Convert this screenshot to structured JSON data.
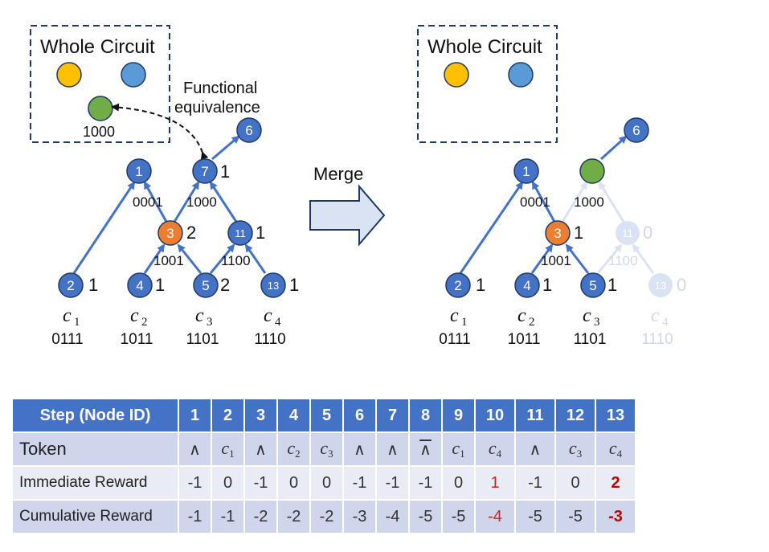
{
  "left": {
    "box_title": "Whole Circuit",
    "green_code": "1000",
    "annotation": [
      "Functional",
      "equivalence"
    ],
    "nodes": {
      "n1": "1",
      "n2": "2",
      "n3": "3",
      "n4": "4",
      "n5": "5",
      "n6": "6",
      "n7": "7",
      "n11": "11",
      "n13": "13"
    },
    "counts": {
      "n2": "1",
      "n4": "1",
      "n5": "2",
      "n13": "1",
      "n3": "2",
      "n11": "1",
      "n7": "1"
    },
    "codes": {
      "e3_1": "0001",
      "e3_7": "1000",
      "e4_3": "1001",
      "e5_11": "1100"
    },
    "inputs": [
      {
        "var": "c",
        "sub": "1",
        "bits": "0111"
      },
      {
        "var": "c",
        "sub": "2",
        "bits": "1011"
      },
      {
        "var": "c",
        "sub": "3",
        "bits": "1101"
      },
      {
        "var": "c",
        "sub": "4",
        "bits": "1110"
      }
    ]
  },
  "merge_label": "Merge",
  "right": {
    "box_title": "Whole Circuit",
    "nodes": {
      "n1": "1",
      "n2": "2",
      "n3": "3",
      "n4": "4",
      "n5": "5",
      "n6": "6",
      "n11": "11",
      "n13": "13"
    },
    "counts": {
      "n2": "1",
      "n4": "1",
      "n5": "1",
      "n13": "0",
      "n3": "1",
      "n11": "0"
    },
    "codes": {
      "e3_1": "0001",
      "eg": "1000",
      "e4_3": "1001",
      "e5_11": "1100"
    },
    "inputs": [
      {
        "var": "c",
        "sub": "1",
        "bits": "0111"
      },
      {
        "var": "c",
        "sub": "2",
        "bits": "1011"
      },
      {
        "var": "c",
        "sub": "3",
        "bits": "1101"
      },
      {
        "var": "c",
        "sub": "4",
        "bits": "1110"
      }
    ]
  },
  "colors": {
    "node_blue": "#4472c4",
    "node_orange": "#ed7d31",
    "node_green": "#70ad47",
    "node_yellow": "#ffc000",
    "node_light_blue": "#5b9bd5",
    "faded": "#dae3f3",
    "table_header": "#4472c4",
    "highlight_red": "#c00000"
  },
  "table": {
    "header": {
      "label": "Step (Node ID)",
      "steps": [
        "1",
        "2",
        "3",
        "4",
        "5",
        "6",
        "7",
        "8",
        "9",
        "10",
        "11",
        "12",
        "13"
      ]
    },
    "token_label": "Token",
    "tokens": [
      {
        "op": "∧"
      },
      {
        "var": "c",
        "sub": "1"
      },
      {
        "op": "∧"
      },
      {
        "var": "c",
        "sub": "2"
      },
      {
        "var": "c",
        "sub": "3"
      },
      {
        "op": "∧"
      },
      {
        "op": "∧"
      },
      {
        "nand": "∧"
      },
      {
        "var": "c",
        "sub": "1"
      },
      {
        "var": "c",
        "sub": "4"
      },
      {
        "op": "∧"
      },
      {
        "var": "c",
        "sub": "3"
      },
      {
        "var": "c",
        "sub": "4"
      }
    ],
    "immediate_label": "Immediate Reward",
    "immediate": [
      "-1",
      "0",
      "-1",
      "0",
      "0",
      "-1",
      "-1",
      "-1",
      "0",
      "1",
      "-1",
      "0",
      "2"
    ],
    "cumulative_label": "Cumulative Reward",
    "cumulative": [
      "-1",
      "-1",
      "-2",
      "-2",
      "-2",
      "-3",
      "-4",
      "-5",
      "-5",
      "-4",
      "-5",
      "-5",
      "-3"
    ]
  }
}
